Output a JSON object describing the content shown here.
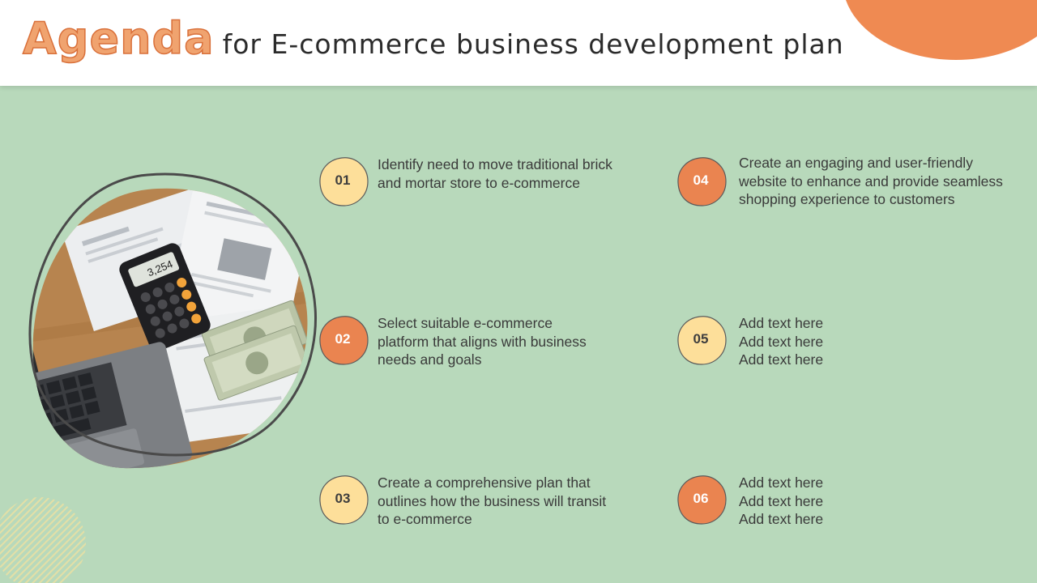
{
  "title": {
    "highlight": "Agenda",
    "rest": "for E-commerce business development plan"
  },
  "photo": {
    "calculator_display": "3,254",
    "icon": "laptop-calculator-money-photo"
  },
  "colors": {
    "background": "#b8d9bb",
    "accent_orange": "#ef8a52",
    "badge_light": "#fddf9a",
    "badge_dark": "#ea8450",
    "title_orange": "#f0a36f"
  },
  "agenda": [
    {
      "number": "01",
      "style": "light",
      "lines": [
        "Identify need to move traditional brick",
        "and mortar store to e-commerce"
      ]
    },
    {
      "number": "02",
      "style": "dark",
      "lines": [
        "Select suitable e-commerce",
        "platform that aligns with business",
        "needs and goals"
      ]
    },
    {
      "number": "03",
      "style": "light",
      "lines": [
        "Create a comprehensive plan that",
        "outlines how the business will transit",
        "to e-commerce"
      ]
    },
    {
      "number": "04",
      "style": "dark",
      "lines": [
        "Create an engaging and user-friendly",
        "website to enhance and provide seamless",
        "shopping experience to customers"
      ]
    },
    {
      "number": "05",
      "style": "light",
      "lines": [
        "Add text here",
        "Add text here",
        "Add text here"
      ]
    },
    {
      "number": "06",
      "style": "dark",
      "lines": [
        "Add text here",
        "Add text here",
        "Add text here"
      ]
    }
  ]
}
